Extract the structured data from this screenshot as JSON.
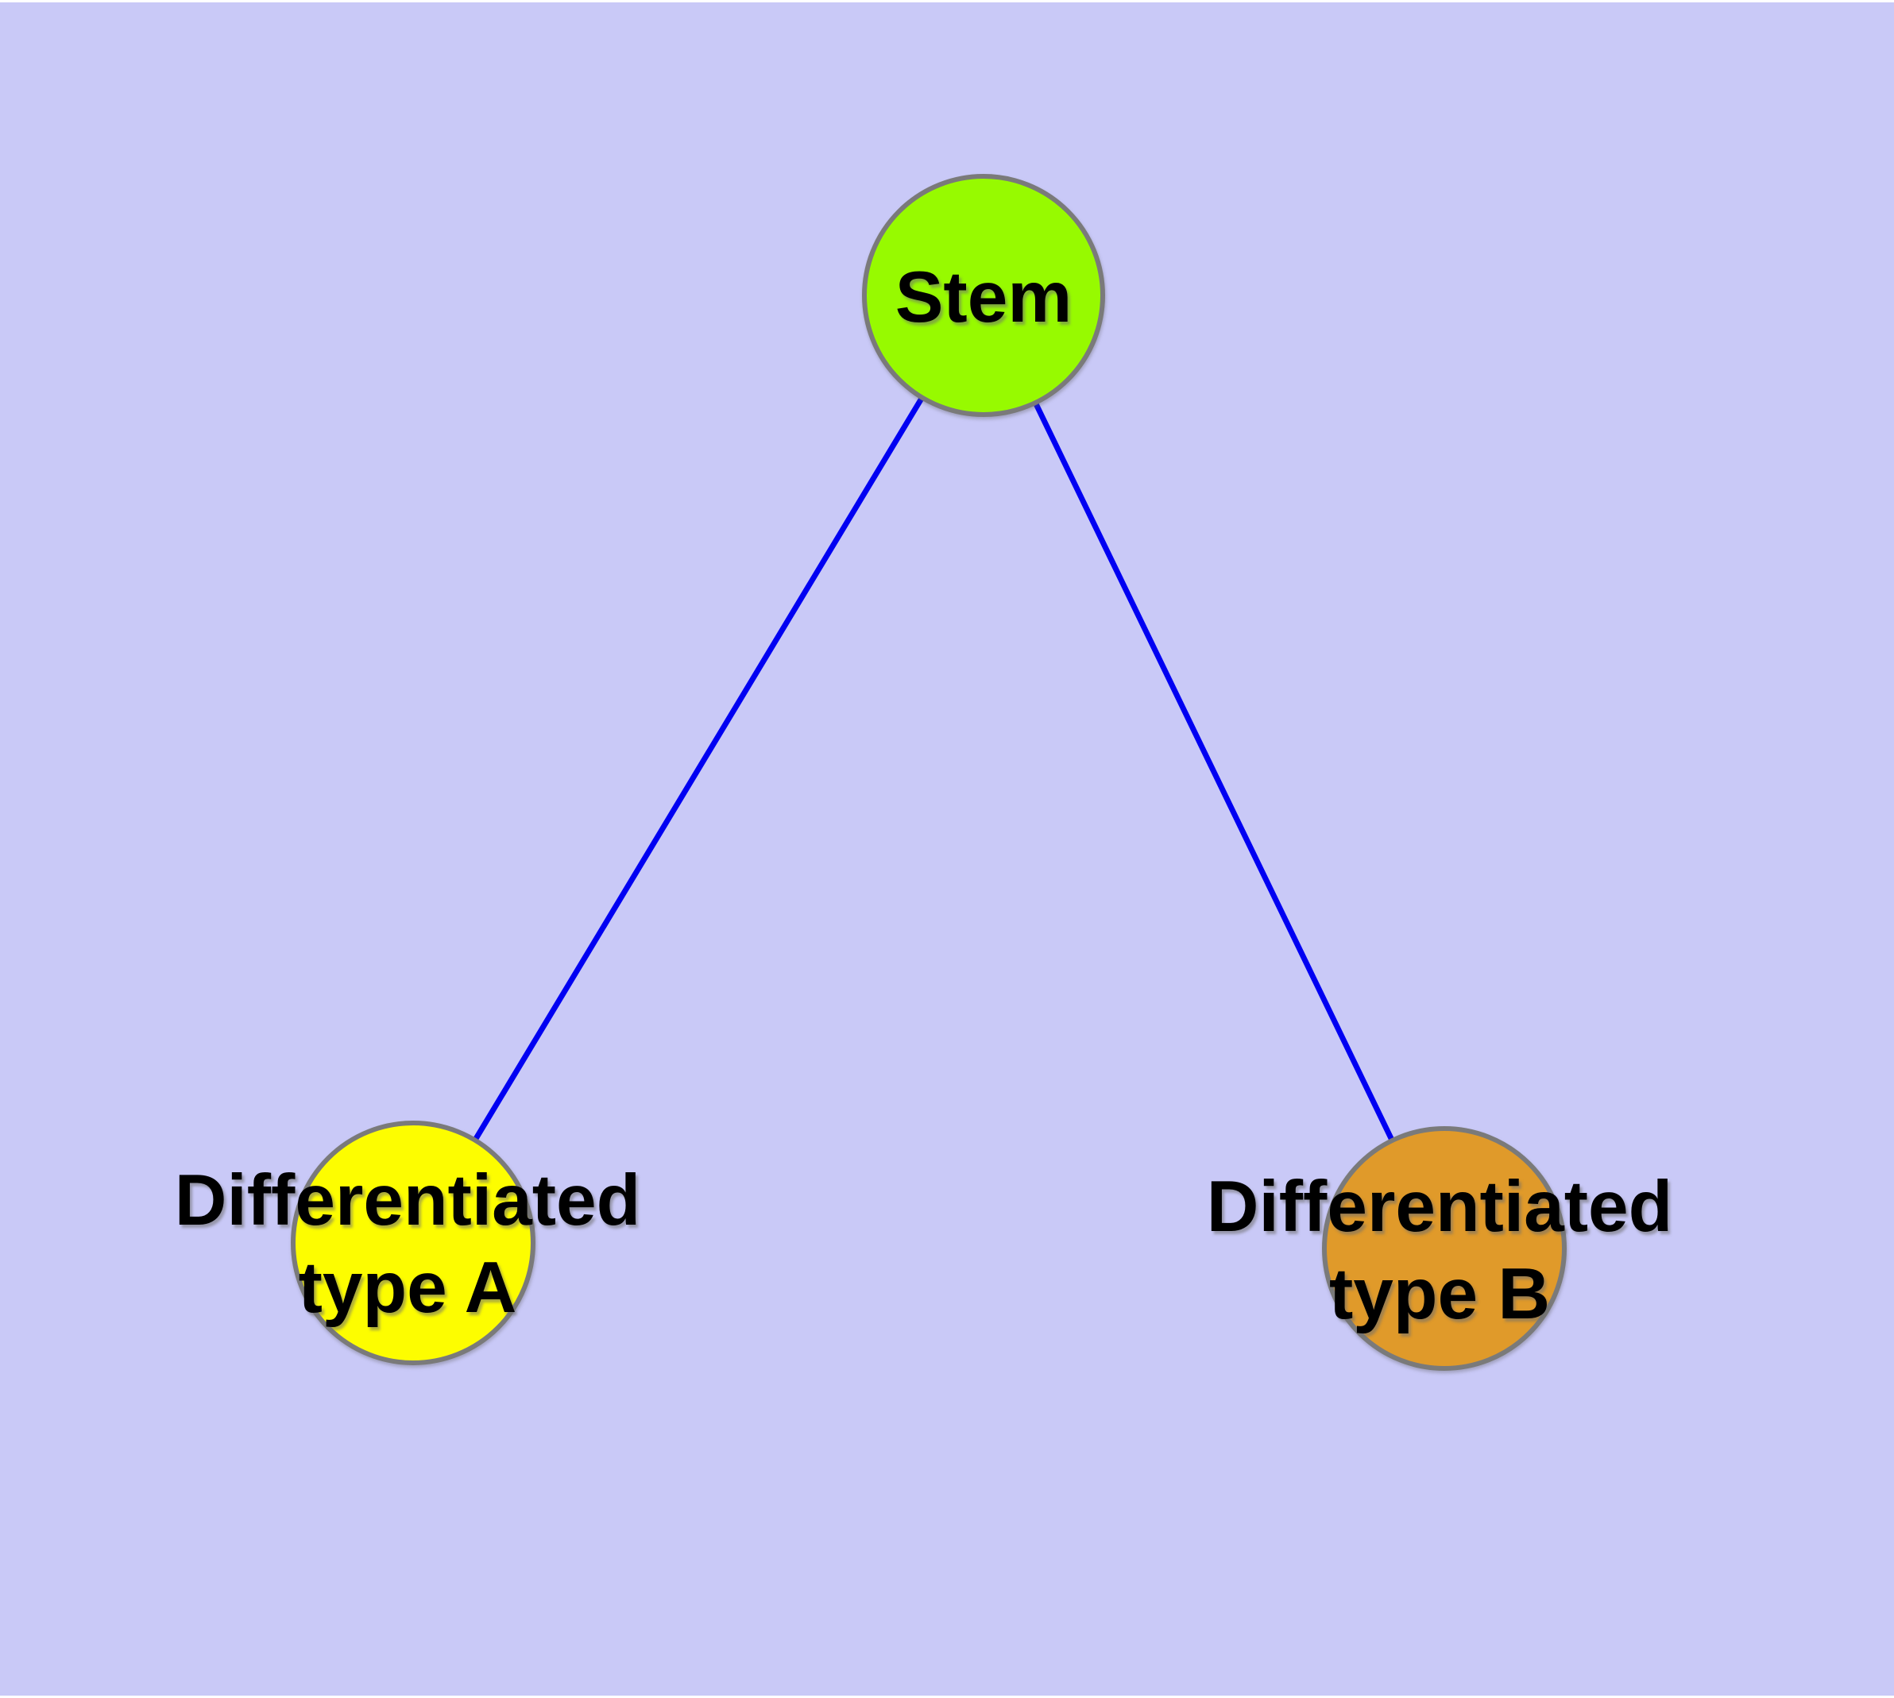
{
  "diagram": {
    "background_color": "#c9c9f7",
    "frame_strip_color": "#ffffff",
    "edge_color": "#0000f2",
    "node_border_color": "#7a7a7a",
    "label_color": "#000000",
    "nodes": [
      {
        "id": "stem",
        "label": "Stem",
        "color": "#97fa00"
      },
      {
        "id": "type-a",
        "label": "Differentiated\ntype A",
        "color": "#fdfd00"
      },
      {
        "id": "type-b",
        "label": "Differentiated\ntype B",
        "color": "#e09a2a"
      }
    ],
    "edges": [
      {
        "from": "Stem",
        "to": "Differentiated type A"
      },
      {
        "from": "Stem",
        "to": "Differentiated type B"
      }
    ]
  }
}
